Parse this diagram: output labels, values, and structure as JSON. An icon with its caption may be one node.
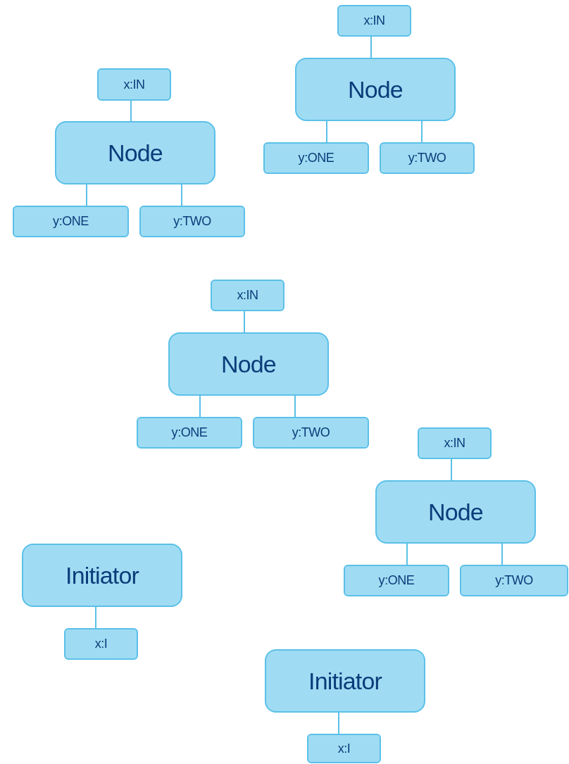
{
  "diagram": {
    "nodes": [
      {
        "text": [
          "x:IN"
        ]
      },
      {
        "text": [
          "Node"
        ]
      },
      {
        "text": [
          "y:ONE"
        ]
      },
      {
        "text": [
          "y:TWO"
        ]
      },
      {
        "text": [
          "x:IN"
        ]
      },
      {
        "text": [
          "Node"
        ]
      },
      {
        "text": [
          "y:ONE"
        ]
      },
      {
        "text": [
          "y:TWO"
        ]
      },
      {
        "text": [
          "x:IN"
        ]
      },
      {
        "text": [
          "Node"
        ]
      },
      {
        "text": [
          "y:ONE"
        ]
      },
      {
        "text": [
          "y:TWO"
        ]
      },
      {
        "text": [
          "x:IN"
        ]
      },
      {
        "text": [
          "Node"
        ]
      },
      {
        "text": [
          "y:ONE"
        ]
      },
      {
        "text": [
          "y:TWO"
        ]
      },
      {
        "text": [
          "Initiator"
        ]
      },
      {
        "text": [
          "x:I"
        ]
      },
      {
        "text": [
          "Initiator"
        ]
      },
      {
        "text": [
          "x:I"
        ]
      }
    ],
    "edges": [
      {
        "from": 0,
        "to": 1,
        "arrow": "none"
      },
      {
        "from": 1,
        "to": 2,
        "arrow": "none"
      },
      {
        "from": 1,
        "to": 3,
        "arrow": "none"
      },
      {
        "from": 4,
        "to": 5,
        "arrow": "none"
      },
      {
        "from": 5,
        "to": 6,
        "arrow": "none"
      },
      {
        "from": 5,
        "to": 7,
        "arrow": "none"
      },
      {
        "from": 8,
        "to": 9,
        "arrow": "none"
      },
      {
        "from": 9,
        "to": 10,
        "arrow": "none"
      },
      {
        "from": 9,
        "to": 11,
        "arrow": "none"
      },
      {
        "from": 12,
        "to": 13,
        "arrow": "none"
      },
      {
        "from": 13,
        "to": 14,
        "arrow": "none"
      },
      {
        "from": 13,
        "to": 15,
        "arrow": "none"
      },
      {
        "from": 16,
        "to": 17,
        "arrow": "none"
      },
      {
        "from": 18,
        "to": 19,
        "arrow": "none"
      }
    ]
  }
}
